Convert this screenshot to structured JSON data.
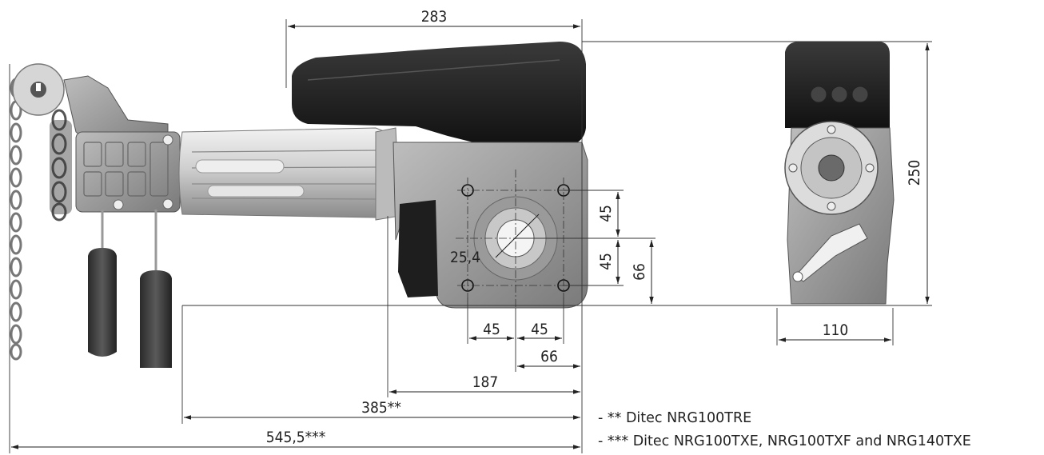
{
  "dimensions": {
    "d283": "283",
    "d250": "250",
    "d45_v_upper": "45",
    "d45_v_lower": "45",
    "d66_v": "66",
    "d25_4": "25,4",
    "d45_h_left": "45",
    "d45_h_right": "45",
    "d66_h": "66",
    "d187": "187",
    "d110": "110",
    "d385": "385**",
    "d545": "545,5***"
  },
  "notes": [
    "- ** Ditec NRG100TRE",
    "- *** Ditec NRG100TXE, NRG100TXF and NRG140TXE"
  ],
  "colors": {
    "housing": "#1f1f1f",
    "metal_light": "#d9d9d9",
    "metal_mid": "#a8a8a8",
    "metal_dark": "#6e6e6e",
    "line": "#222222"
  }
}
